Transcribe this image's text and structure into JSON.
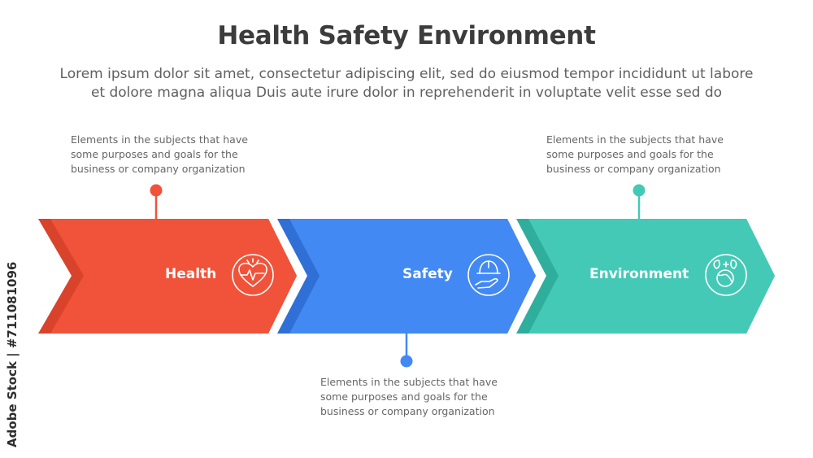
{
  "title": "Health Safety Environment",
  "subtitle_lines": [
    "Lorem ipsum dolor sit amet, consectetur adipiscing elit, sed do eiusmod tempor incididunt ut labore",
    "et dolore magna aliqua Duis aute irure dolor in reprehenderit in voluptate velit esse sed do"
  ],
  "steps": [
    {
      "label": "Health",
      "icon": "heart-pulse-icon",
      "color": "#f0533a",
      "shade": "#d9432c",
      "note_lines": [
        "Elements in the subjects that have",
        "some purposes and goals for the",
        "business or company organization"
      ]
    },
    {
      "label": "Safety",
      "icon": "hard-hat-hand-icon",
      "color": "#4289f3",
      "shade": "#2f6fd6",
      "note_lines": [
        "Elements in the subjects that have",
        "some purposes and goals for the",
        "business or company organization"
      ]
    },
    {
      "label": "Environment",
      "icon": "globe-leaves-icon",
      "color": "#45c9b7",
      "shade": "#2fae9d",
      "note_lines": [
        "Elements in the subjects that have",
        "some purposes and goals for the",
        "business or company organization"
      ]
    }
  ],
  "watermark": "Adobe Stock | #711081096"
}
